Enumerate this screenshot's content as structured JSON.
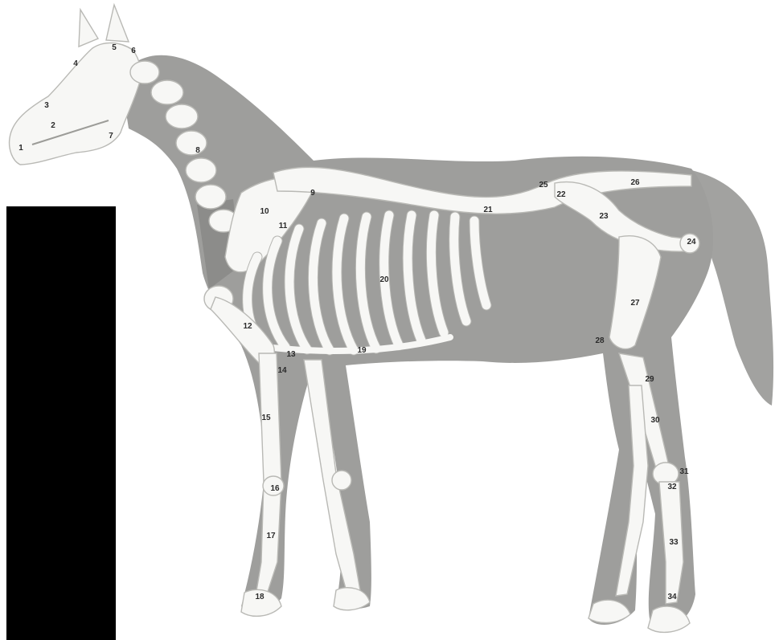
{
  "labels": {
    "n1": "1",
    "n2": "2",
    "n3": "3",
    "n4": "4",
    "n5": "5",
    "n6": "6",
    "n7": "7",
    "n8": "8",
    "n9": "9",
    "n10": "10",
    "n11": "11",
    "n12": "12",
    "n13": "13",
    "n14": "14",
    "n15": "15",
    "n16": "16",
    "n17": "17",
    "n18": "18",
    "n19": "19",
    "n20": "20",
    "n21": "21",
    "n22": "22",
    "n23": "23",
    "n24": "24",
    "n25": "25",
    "n26": "26",
    "n27": "27",
    "n28": "28",
    "n29": "29",
    "n30": "30",
    "n31": "31",
    "n32": "32",
    "n33": "33",
    "n34": "34"
  },
  "colors": {
    "background": "#ffffff",
    "body_silhouette": "#9e9e9c",
    "bone": "#f7f7f5",
    "redaction_box": "#000000"
  }
}
